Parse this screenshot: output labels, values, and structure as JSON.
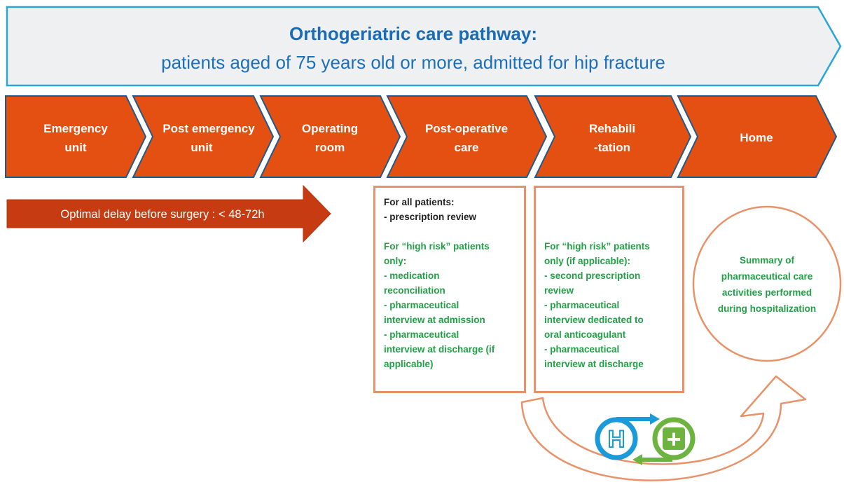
{
  "header": {
    "title": "Orthogeriatric care pathway:",
    "subtitle": "patients aged of 75 years old or more, admitted for hip fracture"
  },
  "steps": [
    {
      "line1": "Emergency",
      "line2": "unit"
    },
    {
      "line1": "Post emergency",
      "line2": "unit"
    },
    {
      "line1": "Operating",
      "line2": "room"
    },
    {
      "line1": "Post-operative",
      "line2": "care"
    },
    {
      "line1": "Rehabili",
      "line2": "-tation"
    },
    {
      "line1": "Home",
      "line2": ""
    }
  ],
  "delay_arrow": {
    "label": "Optimal delay before surgery : < 48-72h"
  },
  "postop_box": {
    "all_heading": "For all patients:",
    "all_items": [
      "- prescription review"
    ],
    "high_risk_lines": [
      "For “high risk” patients",
      "only:",
      "- medication",
      "reconciliation",
      "- pharmaceutical",
      "interview at admission",
      "- pharmaceutical",
      "interview at discharge (if",
      "applicable)"
    ]
  },
  "rehab_box": {
    "lines": [
      "For “high risk” patients",
      "only (if applicable):",
      "- second prescription",
      "review",
      "- pharmaceutical",
      "interview dedicated to",
      "oral anticoagulant",
      "- pharmaceutical",
      "interview at discharge"
    ]
  },
  "summary_circle": {
    "lines": [
      "Summary of",
      "pharmaceutical care",
      "activities performed",
      "during hospitalization"
    ]
  },
  "icons": {
    "hospital_glyph": "H",
    "pharmacy_glyph": "+"
  },
  "colors": {
    "header_fill": "#eef0f2",
    "header_border": "#29a6d8",
    "title": "#1a6cb5",
    "subtitle": "#1e6fb8",
    "step_fill": "#e44f12",
    "step_border": "#1f5a8a",
    "delay_fill": "#c73b12",
    "box_border": "#e8926a",
    "dark_text": "#222222",
    "green_text": "#22a046",
    "hospital_blue": "#1a9ad8",
    "pharmacy_green": "#6db33f"
  }
}
